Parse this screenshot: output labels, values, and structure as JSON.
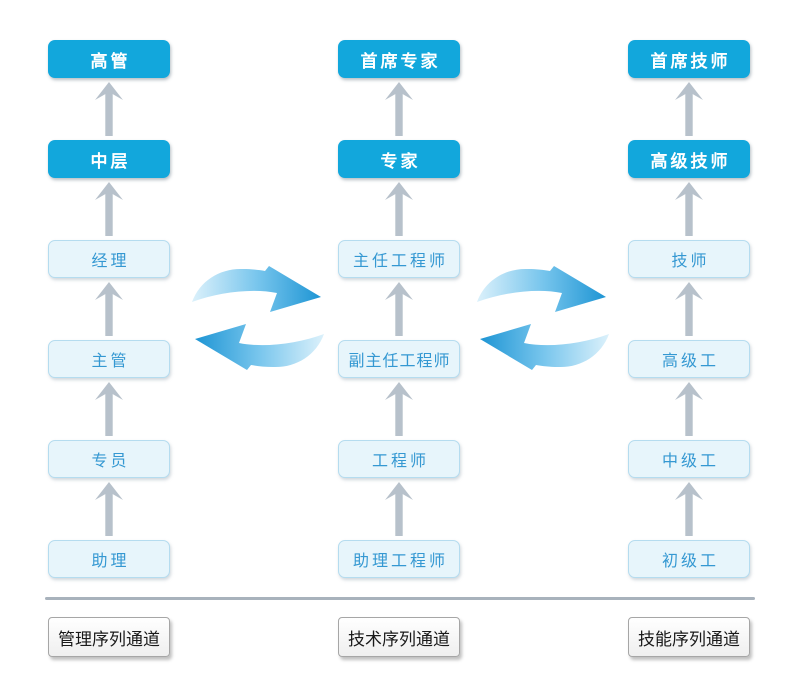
{
  "diagram": {
    "columns": [
      {
        "id": "management",
        "channel_label": "管理序列通道",
        "levels": [
          {
            "label": "高管",
            "emphasis": true
          },
          {
            "label": "中层",
            "emphasis": true
          },
          {
            "label": "经理",
            "emphasis": false
          },
          {
            "label": "主管",
            "emphasis": false
          },
          {
            "label": "专员",
            "emphasis": false
          },
          {
            "label": "助理",
            "emphasis": false
          }
        ]
      },
      {
        "id": "technical",
        "channel_label": "技术序列通道",
        "levels": [
          {
            "label": "首席专家",
            "emphasis": true
          },
          {
            "label": "专家",
            "emphasis": true
          },
          {
            "label": "主任工程师",
            "emphasis": false
          },
          {
            "label": "副主任工程师",
            "emphasis": false
          },
          {
            "label": "工程师",
            "emphasis": false
          },
          {
            "label": "助理工程师",
            "emphasis": false
          }
        ]
      },
      {
        "id": "skill",
        "channel_label": "技能序列通道",
        "levels": [
          {
            "label": "首席技师",
            "emphasis": true
          },
          {
            "label": "高级技师",
            "emphasis": true
          },
          {
            "label": "技师",
            "emphasis": false
          },
          {
            "label": "高级工",
            "emphasis": false
          },
          {
            "label": "中级工",
            "emphasis": false
          },
          {
            "label": "初级工",
            "emphasis": false
          }
        ]
      }
    ],
    "icons": {
      "up_arrow": "up-arrow-icon",
      "swap": "swap-arrows-icon"
    },
    "colors": {
      "primary_box_bg": "#12A7DC",
      "primary_box_text": "#FFFFFF",
      "light_box_bg": "#E7F5FB",
      "light_box_border": "#B5DCEF",
      "light_box_text": "#3498D2",
      "connector_arrow": "#B7C1CB",
      "swap_gradient_light": "#DCF1FB",
      "swap_gradient_dark": "#1E95D4",
      "divider": "#A8B2BC",
      "channel_label_text": "#1A1A1A",
      "channel_label_border": "#A6A6A6"
    }
  }
}
